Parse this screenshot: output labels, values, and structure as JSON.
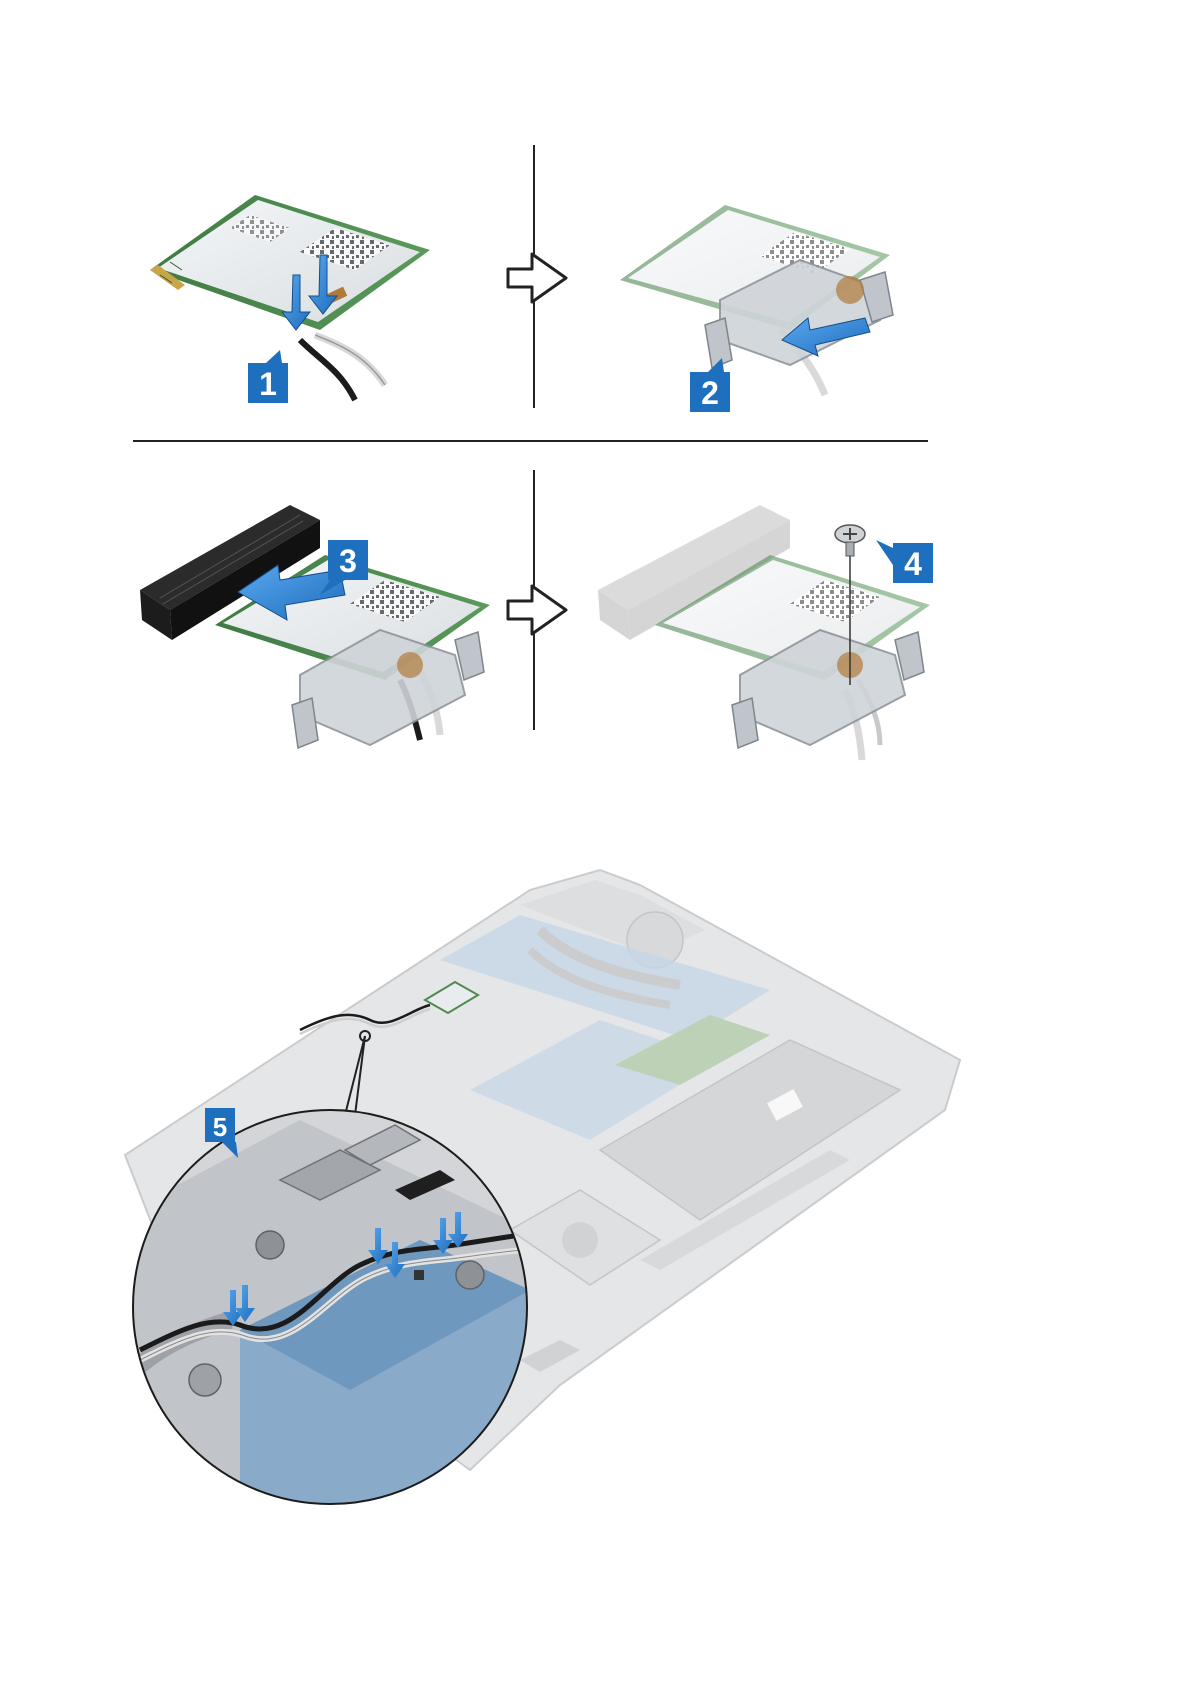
{
  "callouts": {
    "step1": "1",
    "step2": "2",
    "step3": "3",
    "step4": "4",
    "step5": "5"
  },
  "colors": {
    "callout_blue": "#1f6fbf",
    "arrow_blue": "#2a7fd0",
    "card_green": "#4f8a4f",
    "card_label": "#e8ecef",
    "bracket_gray": "#b9bec4",
    "connector_black": "#1c1c1c",
    "board_blue": "#7fa7c9",
    "chassis_gray": "#c7c9cc"
  },
  "icons": {
    "step_arrow": "hollow-right-arrow-icon",
    "screw": "screw-icon",
    "press_arrow": "press-down-arrow-icon"
  }
}
